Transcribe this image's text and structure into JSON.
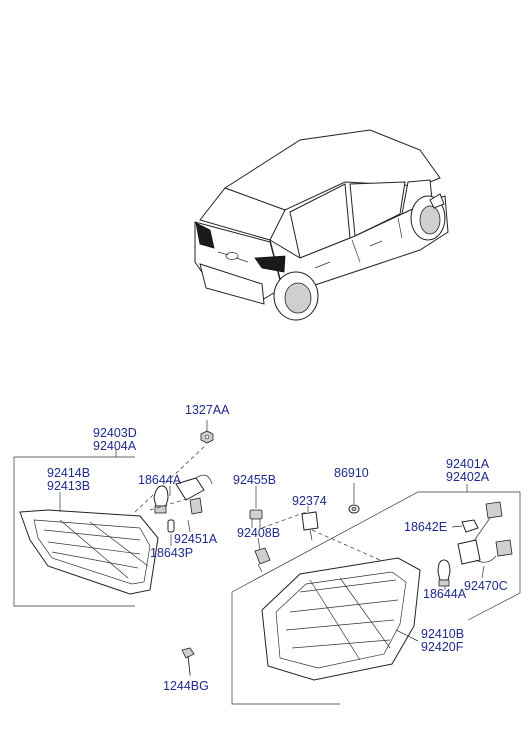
{
  "parts": {
    "p1327AA": "1327AA",
    "p92403D": "92403D",
    "p92404A": "92404A",
    "p92414B": "92414B",
    "p92413B": "92413B",
    "p18644A_left": "18644A",
    "p92451A": "92451A",
    "p18643P": "18643P",
    "p92455B": "92455B",
    "p92408B": "92408B",
    "p92374": "92374",
    "p86910": "86910",
    "p92401A": "92401A",
    "p92402A": "92402A",
    "p18642E": "18642E",
    "p18644A_right": "18644A",
    "p92470C": "92470C",
    "p92410B": "92410B",
    "p92420F": "92420F",
    "p1244BG": "1244BG"
  }
}
